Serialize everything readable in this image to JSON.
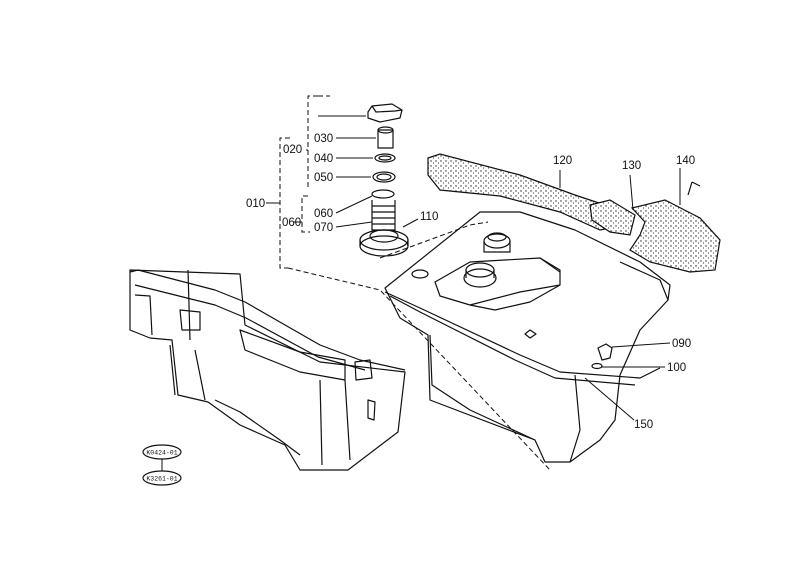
{
  "parts": {
    "p010": "010",
    "p020": "020",
    "p030": "030",
    "p040": "040",
    "p050": "050",
    "p060a": "060",
    "p060b": "060",
    "p070": "070",
    "p090": "090",
    "p100": "100",
    "p110": "110",
    "p120": "120",
    "p130": "130",
    "p140": "140",
    "p150": "150"
  },
  "refs": {
    "top": "K0424-01",
    "bottom": "K3261-01"
  }
}
